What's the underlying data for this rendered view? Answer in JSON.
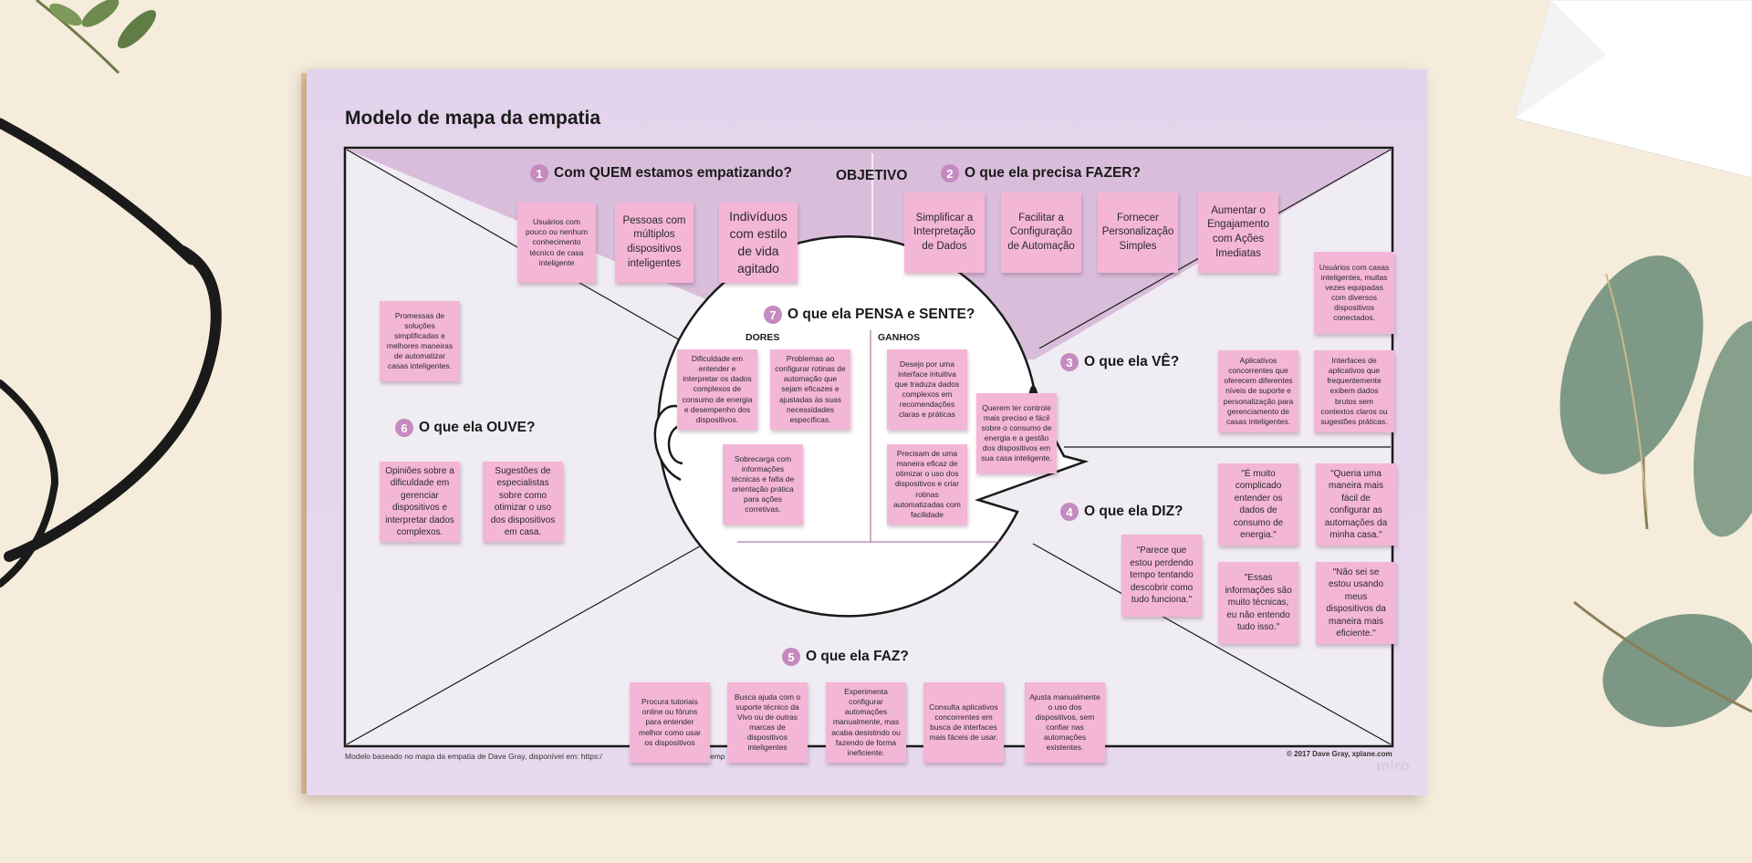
{
  "map": {
    "title": "Modelo de mapa da empatia",
    "objective_label": "OBJETIVO",
    "sections": {
      "s1": {
        "num": "1",
        "label": "Com QUEM estamos empatizando?"
      },
      "s2": {
        "num": "2",
        "label": "O que ela precisa FAZER?"
      },
      "s3": {
        "num": "3",
        "label": "O que ela VÊ?"
      },
      "s4": {
        "num": "4",
        "label": "O que ela DIZ?"
      },
      "s5": {
        "num": "5",
        "label": "O que ela FAZ?"
      },
      "s6": {
        "num": "6",
        "label": "O que ela OUVE?"
      },
      "s7": {
        "num": "7",
        "label": "O que ela PENSA e SENTE?"
      }
    },
    "dores_label": "DORES",
    "ganhos_label": "GANHOS",
    "notes": {
      "who": [
        "Usuários com pouco ou nenhum conhecimento técnico de casa inteligente",
        "Pessoas com múltiplos dispositivos inteligentes",
        "Indivíduos com estilo de vida agitado"
      ],
      "do_need": [
        "Simplificar a Interpretação de Dados",
        "Facilitar a Configuração de Automação",
        "Fornecer Personalização Simples",
        "Aumentar o Engajamento com Ações Imediatas"
      ],
      "sees": [
        "Usuários com casas inteligentes, muitas vezes equipadas com diversos dispositivos conectados.",
        "Aplicativos concorrentes que oferecem diferentes níveis de suporte e personalização para gerenciamento de casas inteligentes.",
        "Interfaces de aplicativos que frequentemente exibem dados brutos sem contextos claros ou sugestões práticas."
      ],
      "says": [
        "\"Parece que estou perdendo tempo tentando descobrir como tudo funciona.\"",
        "\"É muito complicado entender os dados de consumo de energia.\"",
        "\"Queria uma maneira mais fácil de configurar as automações da minha casa.\"",
        "\"Essas informações são muito técnicas, eu não entendo tudo isso.\"",
        "\"Não sei se estou usando meus dispositivos da maneira mais eficiente.\""
      ],
      "does": [
        "Procura tutoriais online ou fóruns para entender melhor como usar os dispositivos",
        "Busca ajuda com o suporte técnico da Vivo ou de outras marcas de dispositivos inteligentes",
        "Experimenta configurar automações manualmente, mas acaba desistindo ou fazendo de forma ineficiente.",
        "Consulta aplicativos concorrentes em busca de interfaces mais fáceis de usar.",
        "Ajusta manualmente o uso dos dispositivos, sem confiar nas automações existentes."
      ],
      "hears": [
        "Promessas de soluções simplificadas e melhores maneiras de automatizar casas inteligentes.",
        "Opiniões sobre a dificuldade em gerenciar dispositivos e interpretar dados complexos.",
        "Sugestões de especialistas sobre como otimizar o uso dos dispositivos em casa."
      ],
      "pains": [
        "Dificuldade em entender e interpretar os dados complexos de consumo de energia e desempenho dos dispositivos.",
        "Problemas ao configurar rotinas de automação que sejam eficazes e ajustadas às suas necessidades específicas.",
        "Sobrecarga com informações técnicas e falta de orientação prática para ações corretivas."
      ],
      "gains": [
        "Desejo por uma interface intuitiva que traduza dados complexos em recomendações claras e práticas",
        "Precisam de uma maneira eficaz de otimizar o uso dos dispositivos e criar rotinas automatizadas com facilidade",
        "Querem ter controle mais preciso e fácil sobre o consumo de energia e a gestão dos dispositivos em sua casa inteligente."
      ]
    },
    "footer_left": "Modelo baseado no mapa da empatia de Dave Gray, disponível em: https:/",
    "footer_left_tail": "emp",
    "footer_right": "© 2017 Dave Gray, xplane.com",
    "brand": "miro"
  },
  "colors": {
    "background": "#f5ecdb",
    "board": "#e3d3ec",
    "sticky": "#f4b6d6",
    "accent": "#c58ac0",
    "trapezoid": "#d9bedb"
  }
}
